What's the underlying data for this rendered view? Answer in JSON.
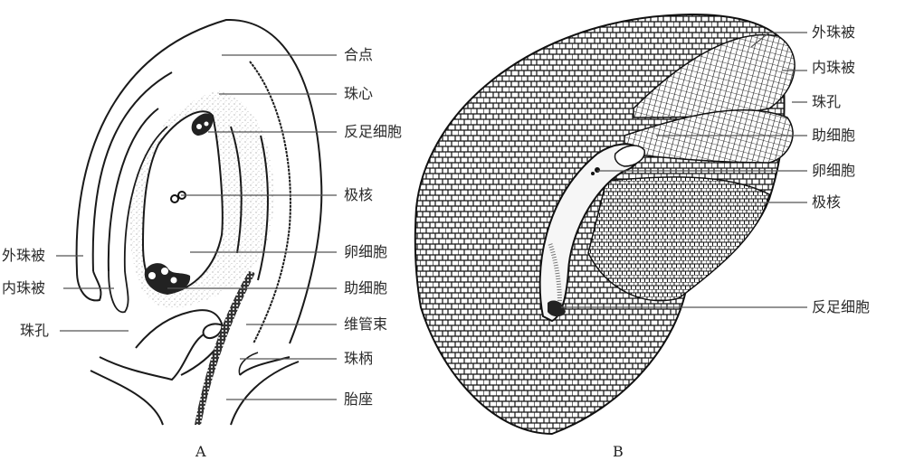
{
  "figure": {
    "panels": [
      {
        "id": "A",
        "letter": "A",
        "labels_right": [
          "合点",
          "珠心",
          "反足细胞",
          "极核",
          "卵细胞",
          "助细胞",
          "维管束",
          "珠柄",
          "胎座"
        ],
        "labels_left": [
          "外珠被",
          "内珠被",
          "珠孔"
        ]
      },
      {
        "id": "B",
        "letter": "B",
        "labels_right": [
          "外珠被",
          "内珠被",
          "珠孔",
          "助细胞",
          "卵细胞",
          "极核",
          "反足细胞"
        ]
      }
    ]
  },
  "colors": {
    "line": "#1a1a1a",
    "leader": "#555555",
    "stipple": "#888888",
    "background": "#ffffff"
  }
}
